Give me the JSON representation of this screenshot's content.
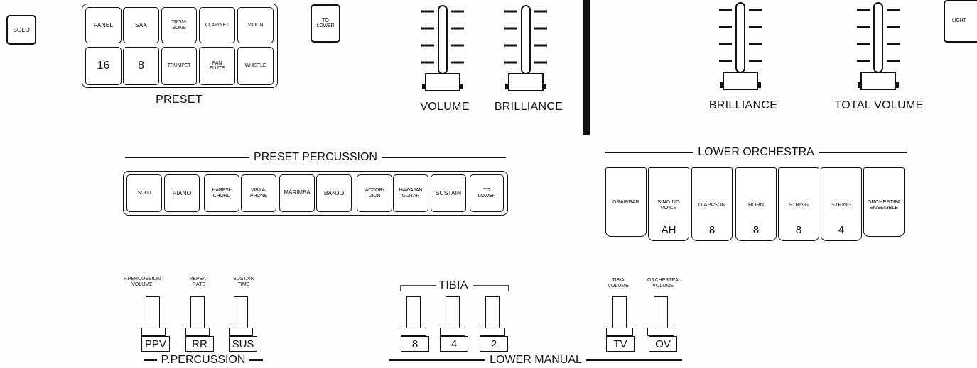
{
  "upper": {
    "solo_button": "SOLO",
    "preset_row1": [
      "PANEL",
      "SAX",
      "TROM-\nBONE",
      "CLARINET",
      "VIOLIN"
    ],
    "preset_row2": [
      "16",
      "8",
      "TRUMPET",
      "PAN\nFLUTE",
      "WHISTLE"
    ],
    "preset_label": "PRESET",
    "to_lower": "TO\nLOWER",
    "volume_label": "VOLUME",
    "brilliance_label": "BRILLIANCE",
    "brilliance2_label": "BRILLIANCE",
    "total_volume_label": "TOTAL VOLUME",
    "light_button": "LIGHT"
  },
  "percussion": {
    "title": "PRESET PERCUSSION",
    "buttons": [
      "SOLO",
      "PIANO",
      "HARPSI-\nCHORD",
      "VIBRA-\nPHONE",
      "MARIMBA",
      "BANJO",
      "ACCOR-\nDION",
      "HAWAIIAN\nGUITAR",
      "SUSTAIN",
      "TO\nLOWER"
    ]
  },
  "lower_orchestra": {
    "title": "LOWER ORCHESTRA",
    "tabs": [
      {
        "label": "DRAWBAR",
        "num": ""
      },
      {
        "label": "SINGING\nVOICE",
        "num": "AH"
      },
      {
        "label": "DIAPASON",
        "num": "8"
      },
      {
        "label": "HORN",
        "num": "8"
      },
      {
        "label": "STRING",
        "num": "8"
      },
      {
        "label": "STRING",
        "num": "4"
      },
      {
        "label": "ORCHESTRA\nENSEMBLE",
        "num": ""
      }
    ]
  },
  "p_percussion": {
    "title": "P.PERCUSSION",
    "labels": [
      "P.PERCUSSION\nVOLUME",
      "REPEAT\nRATE",
      "SUSTAIN\nTIME"
    ],
    "boxes": [
      "PPV",
      "RR",
      "SUS"
    ]
  },
  "tibia": {
    "title": "TIBIA",
    "boxes": [
      "8",
      "4",
      "2"
    ]
  },
  "tv_ov": {
    "labels": [
      "TIBIA\nVOLUME",
      "ORCHESTRA\nVOLUME"
    ],
    "boxes": [
      "TV",
      "OV"
    ]
  },
  "lower_manual_title": "LOWER MANUAL"
}
